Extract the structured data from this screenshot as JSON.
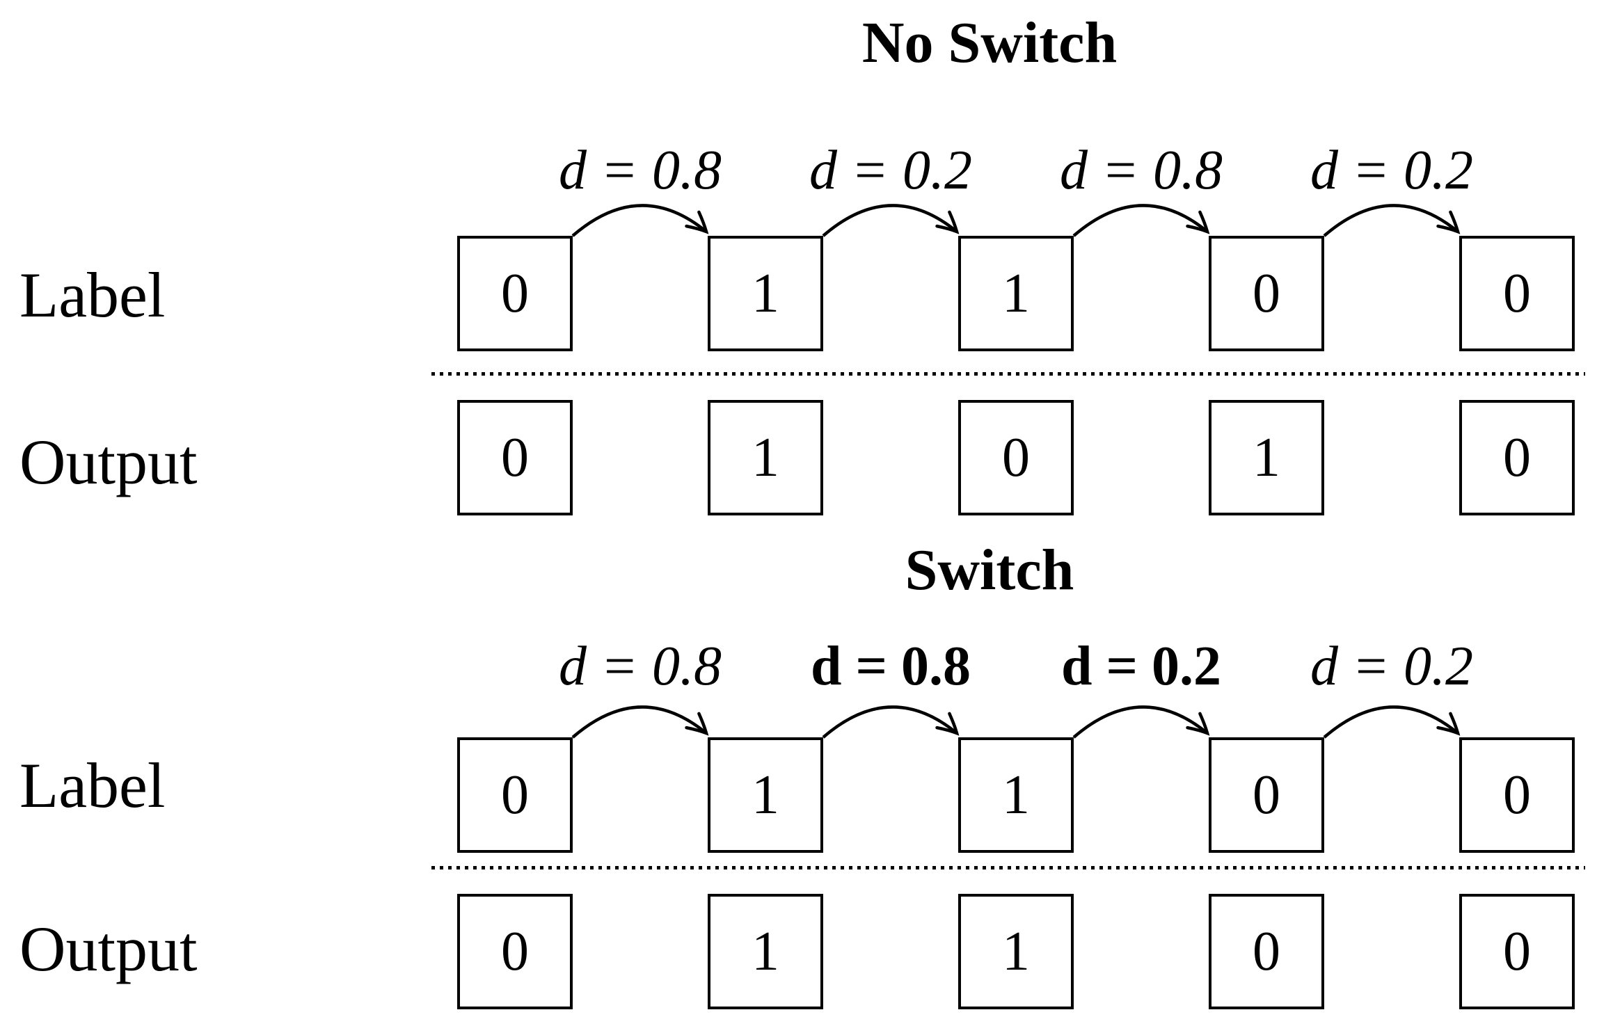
{
  "figure": {
    "background_color": "#ffffff",
    "ink_color": "#000000"
  },
  "sections": [
    {
      "title": "No Switch",
      "arrows": [
        {
          "label": "d = 0.8",
          "bold": false
        },
        {
          "label": "d = 0.2",
          "bold": false
        },
        {
          "label": "d = 0.8",
          "bold": false
        },
        {
          "label": "d = 0.2",
          "bold": false
        }
      ],
      "rows": [
        {
          "name": "Label",
          "values": [
            "0",
            "1",
            "1",
            "0",
            "0"
          ]
        },
        {
          "name": "Output",
          "values": [
            "0",
            "1",
            "0",
            "1",
            "0"
          ]
        }
      ]
    },
    {
      "title": "Switch",
      "arrows": [
        {
          "label": "d = 0.8",
          "bold": false
        },
        {
          "label": "d = 0.8",
          "bold": true
        },
        {
          "label": "d = 0.2",
          "bold": true
        },
        {
          "label": "d = 0.2",
          "bold": false
        }
      ],
      "rows": [
        {
          "name": "Label",
          "values": [
            "0",
            "1",
            "1",
            "0",
            "0"
          ]
        },
        {
          "name": "Output",
          "values": [
            "0",
            "1",
            "1",
            "0",
            "0"
          ]
        }
      ]
    }
  ]
}
